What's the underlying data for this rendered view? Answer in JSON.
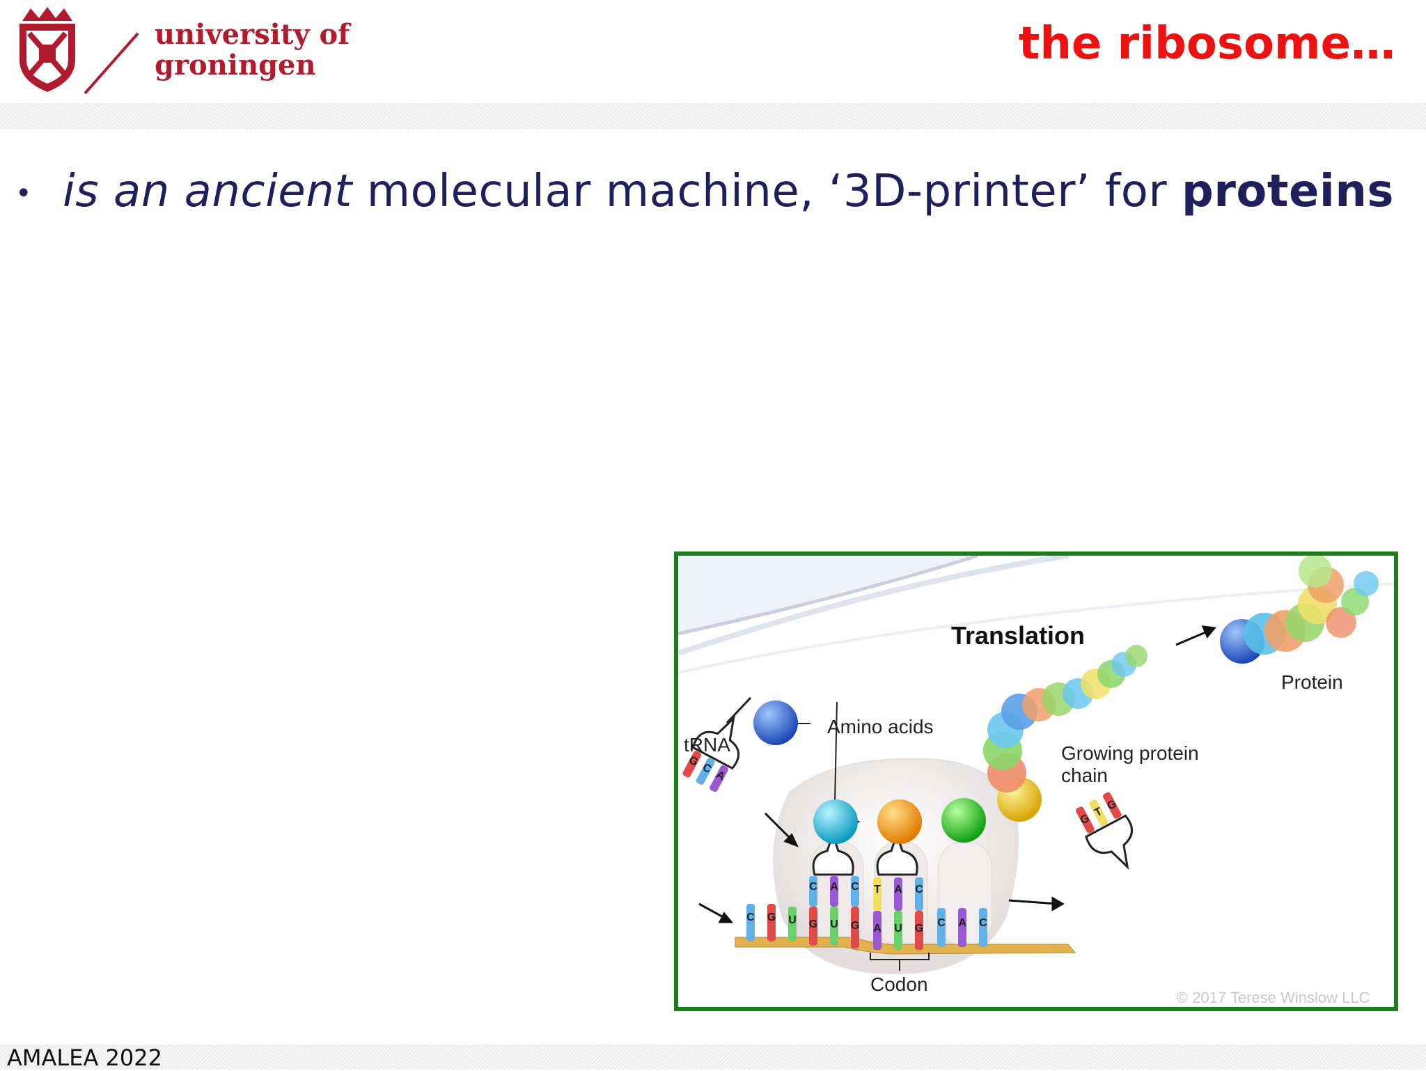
{
  "header": {
    "logo_text_line1": "university of",
    "logo_text_line2": "groningen",
    "title": "the ribosome…"
  },
  "bullet": {
    "italic_part": "is an ancient",
    "normal_part": " molecular machine, ‘3D-printer’ for ",
    "bold_part": "proteins"
  },
  "figure": {
    "title": "Translation",
    "labels": {
      "trna": "tRNA",
      "amino_acids": "Amino acids",
      "growing_chain_1": "Growing protein",
      "growing_chain_2": "chain",
      "protein": "Protein",
      "codon": "Codon",
      "copyright": "© 2017 Terese Winslow LLC"
    },
    "mrna_bases": [
      "C",
      "G",
      "U",
      "G",
      "U",
      "G",
      "A",
      "U",
      "G",
      "C",
      "A",
      "C"
    ],
    "anticodon_left": [
      "C",
      "A",
      "C"
    ],
    "anticodon_right": [
      "T",
      "A",
      "C"
    ],
    "incoming_trna_bases": [
      "G",
      "C",
      "A"
    ],
    "outgoing_trna_bases": [
      "G",
      "T",
      "G"
    ]
  },
  "footer": {
    "text": "AMALEA 2022"
  },
  "colors": {
    "title_red": "#ee1111",
    "bullet_navy": "#1f1f5c",
    "logo_red": "#b01c2e",
    "frame_green": "#1a7f1a"
  }
}
